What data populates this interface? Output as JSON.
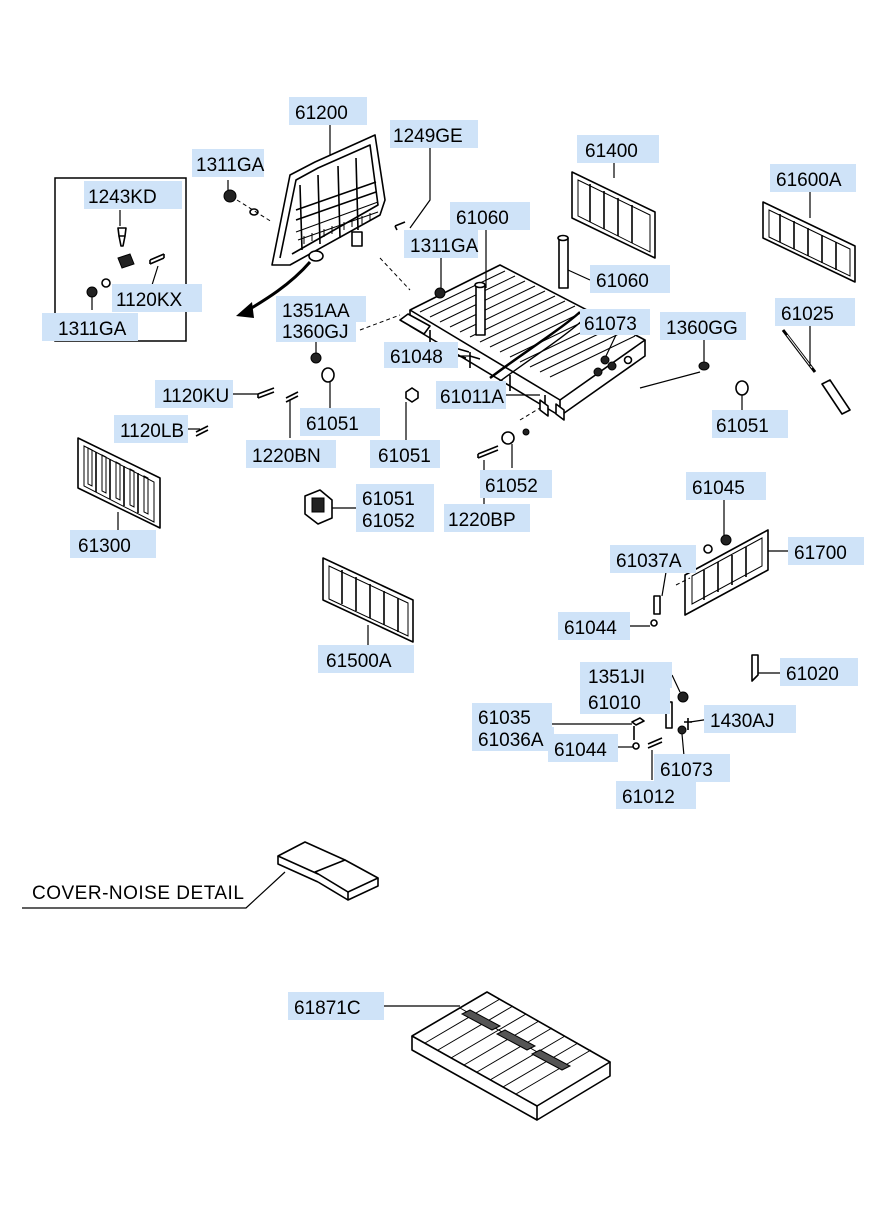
{
  "labels": {
    "p61200": "61200",
    "p1249GE": "1249GE",
    "p1311GA_a": "1311GA",
    "p1243KD": "1243KD",
    "p1120KX": "1120KX",
    "p1311GA_b": "1311GA",
    "p61400": "61400",
    "p61600A": "61600A",
    "p61060_a": "61060",
    "p1311GA_c": "1311GA",
    "p61060_b": "61060",
    "p1351AA": "1351AA",
    "p1360GJ": "1360GJ",
    "p61073_a": "61073",
    "p1360GG": "1360GG",
    "p61025": "61025",
    "p61048": "61048",
    "p1120KU": "1120KU",
    "p61011A": "61011A",
    "p61051_a": "61051",
    "p1120LB": "1120LB",
    "p61051_b": "61051",
    "p1220BN": "1220BN",
    "p61051_c": "61051",
    "p61052_a": "61052",
    "p61051_d": "61051",
    "p61052_b": "61052",
    "p1220BP": "1220BP",
    "p61300": "61300",
    "p61045": "61045",
    "p61037A": "61037A",
    "p61700": "61700",
    "p61044_a": "61044",
    "p61500A": "61500A",
    "p61020": "61020",
    "p1351JI": "1351JI",
    "p61010": "61010",
    "p61035": "61035",
    "p1430AJ": "1430AJ",
    "p61036A": "61036A",
    "p61044_b": "61044",
    "p61073_b": "61073",
    "p61012": "61012",
    "p61871C": "61871C"
  },
  "callout": {
    "cover_noise": "COVER-NOISE DETAIL"
  },
  "colors": {
    "label_highlight": "#cfe3f8",
    "line": "#000000",
    "background": "#ffffff"
  }
}
